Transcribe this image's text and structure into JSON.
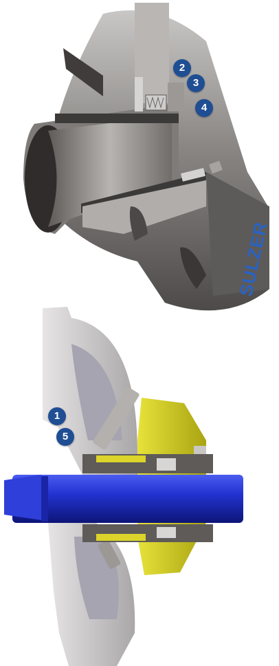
{
  "callouts": {
    "c1": "1",
    "c2": "2",
    "c3": "3",
    "c4": "4",
    "c5": "5"
  },
  "brand": {
    "logo_text": "SULZER"
  },
  "colors": {
    "callout_fill": "#1f4e93",
    "shaft_blue": "#1c2bbf",
    "gland_yellow": "#d9d21f",
    "metal_grey": "#8c8a88",
    "casing_light": "#d8d6d6",
    "logo_blue": "#2a63c0"
  }
}
